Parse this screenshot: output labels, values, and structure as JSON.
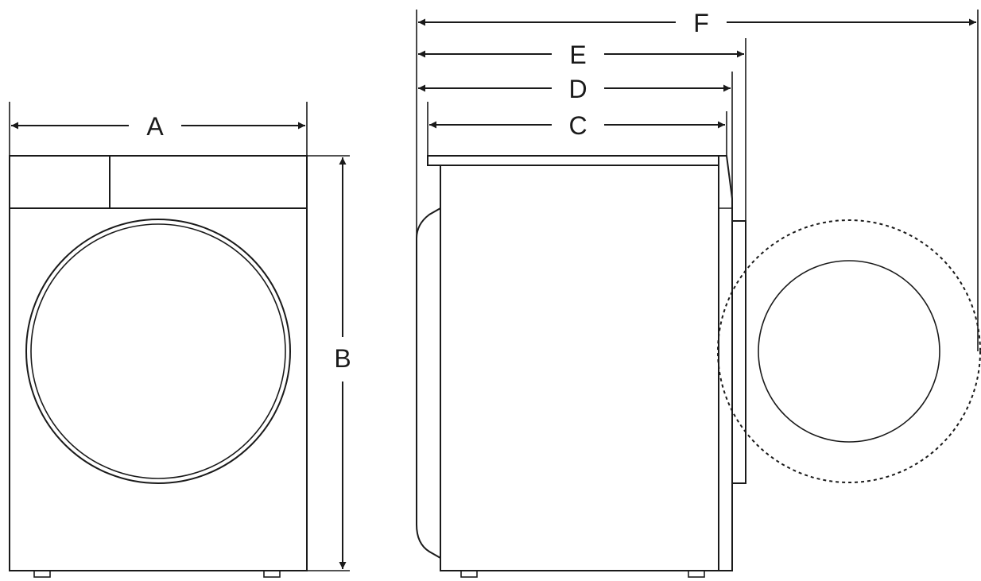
{
  "dimensions": {
    "a": "A",
    "b": "B",
    "c": "C",
    "d": "D",
    "e": "E",
    "f": "F"
  },
  "colors": {
    "line": "#1a1a1a",
    "background": "#ffffff"
  }
}
